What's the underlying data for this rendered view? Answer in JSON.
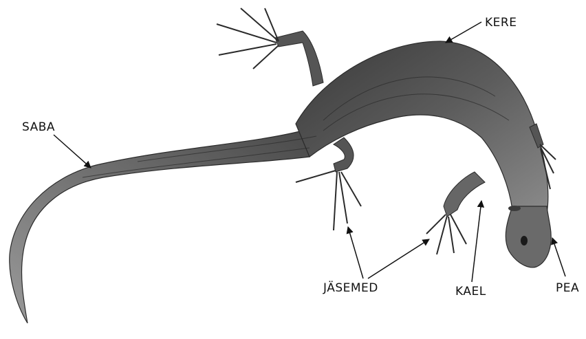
{
  "diagram": {
    "subject_icon": "lizard-illustration",
    "labels": {
      "kere": "KERE",
      "saba": "SABA",
      "jasemed": "JÄSEMED",
      "kael": "KAEL",
      "pea": "PEA"
    }
  }
}
